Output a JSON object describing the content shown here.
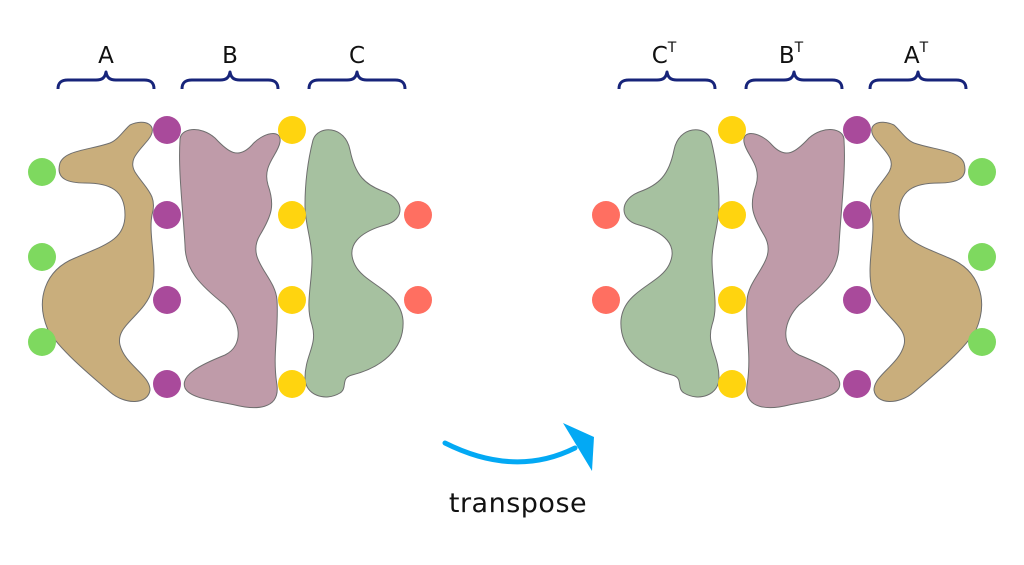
{
  "labels": {
    "left": [
      "A",
      "B",
      "C"
    ],
    "right": [
      {
        "base": "C",
        "sup": "T"
      },
      {
        "base": "B",
        "sup": "T"
      },
      {
        "base": "A",
        "sup": "T"
      }
    ]
  },
  "caption": "transpose",
  "colors": {
    "brace": "#17247a",
    "blob_a": "#c9ae7c",
    "blob_b": "#bf9ba9",
    "blob_c": "#a6c1a0",
    "dot_green": "#7ed95f",
    "dot_purple": "#a94a9b",
    "dot_yellow": "#ffd40f",
    "dot_red": "#ff6f61",
    "arrow": "#03a9f4"
  }
}
